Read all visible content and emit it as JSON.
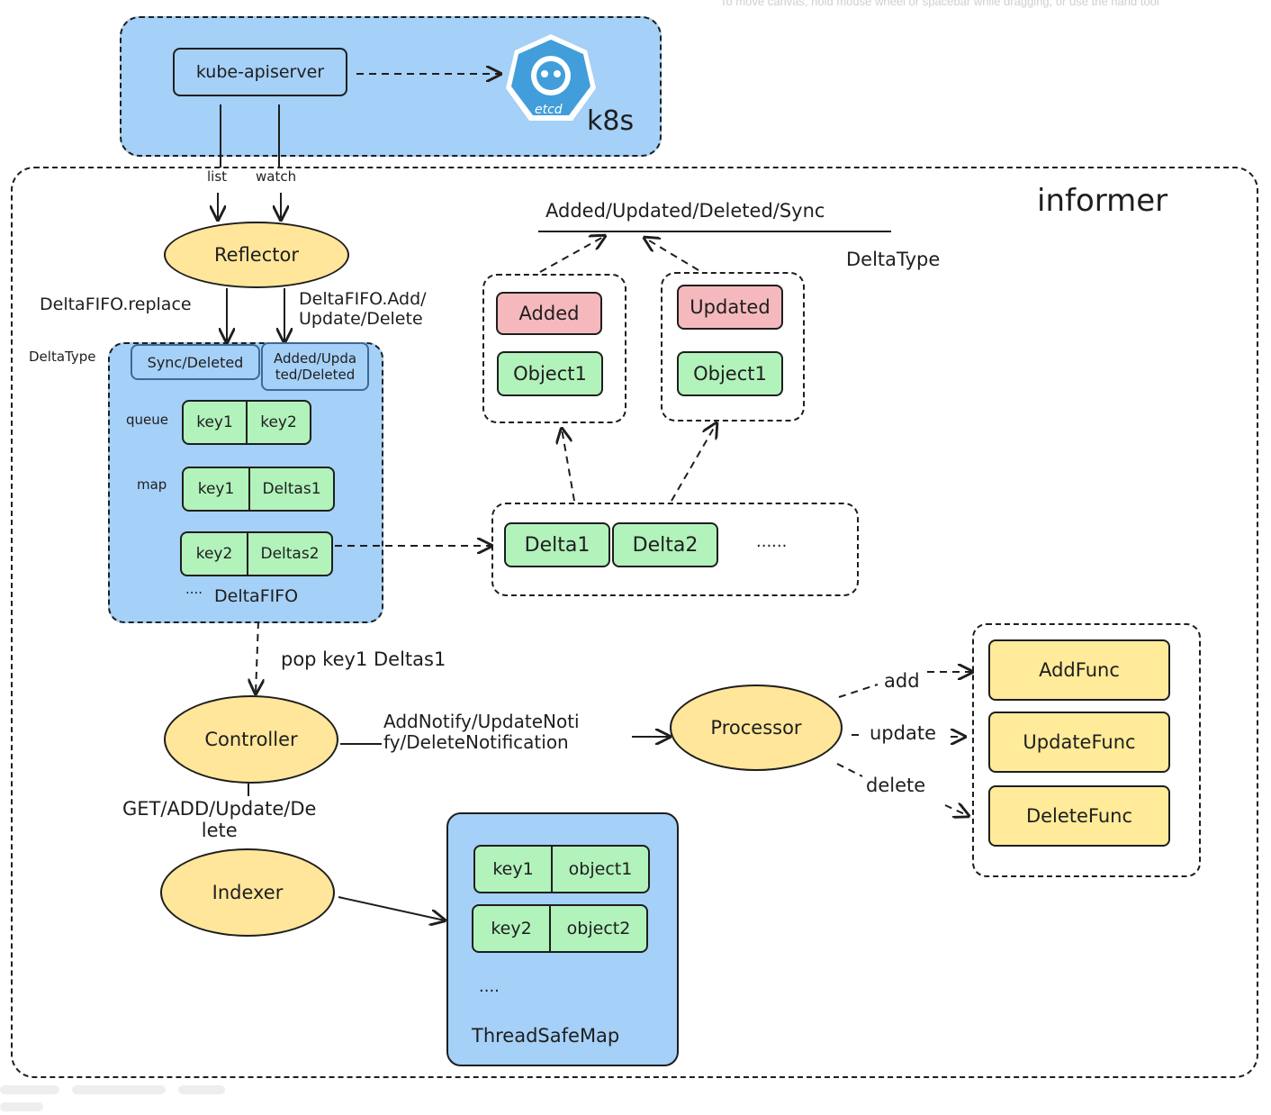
{
  "hint": "To move canvas, hold mouse wheel or spacebar while dragging, or use the hand tool",
  "k8s": {
    "apiserver": "kube-apiserver",
    "etcd_label": "etcd",
    "region_label": "k8s"
  },
  "informer_label": "informer",
  "edges": {
    "list": "list",
    "watch": "watch"
  },
  "reflector": "Reflector",
  "deltafifo": {
    "replace_label": "DeltaFIFO.replace",
    "add_label": "DeltaFIFO.Add/\nUpdate/Delete",
    "deltatype_label": "DeltaType",
    "type_sync_deleted": "Sync/Deleted",
    "type_added_updated_deleted": "Added/Upda\nted/Deleted",
    "queue_label": "queue",
    "map_label": "map",
    "queue": [
      "key1",
      "key2"
    ],
    "map_rows": [
      [
        "key1",
        "Deltas1"
      ],
      [
        "key2",
        "Deltas2"
      ]
    ],
    "ellipsis": "....",
    "title": "DeltaFIFO"
  },
  "delta_types": {
    "header": "Added/Updated/Deleted/Sync",
    "caption": "DeltaType"
  },
  "delta_groups": [
    {
      "type": "Added",
      "object": "Object1"
    },
    {
      "type": "Updated",
      "object": "Object1"
    }
  ],
  "deltas": [
    "Delta1",
    "Delta2",
    "......"
  ],
  "pop_label": "pop key1 Deltas1",
  "controller": "Controller",
  "notify_label": "AddNotify/UpdateNoti\nfy/DeleteNotification",
  "processor": "Processor",
  "handlers": {
    "add": "add",
    "update": "update",
    "delete": "delete"
  },
  "funcs": [
    "AddFunc",
    "UpdateFunc",
    "DeleteFunc"
  ],
  "indexer_edge_label": "GET/ADD/Update/De\nlete",
  "indexer": "Indexer",
  "threadsafemap": {
    "rows": [
      [
        "key1",
        "object1"
      ],
      [
        "key2",
        "object2"
      ]
    ],
    "ellipsis": "....",
    "title": "ThreadSafeMap"
  },
  "colors": {
    "blue_region": "#a5d0f7",
    "green": "#b2f2bb",
    "pink": "#f5b9bd",
    "yellow": "#ffeb99",
    "etcd": "#419eda"
  }
}
